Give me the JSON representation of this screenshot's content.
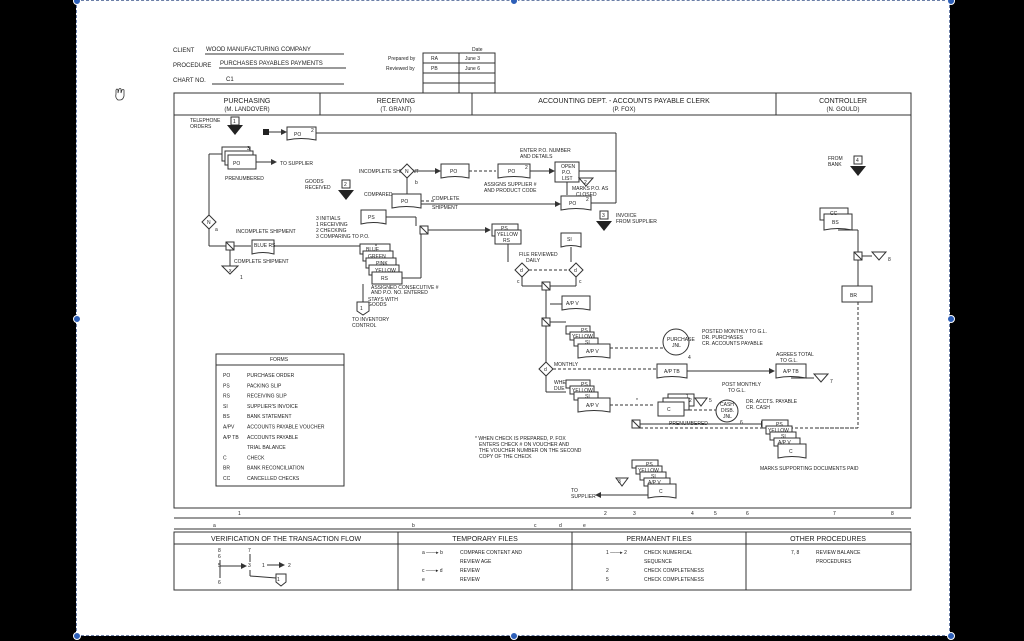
{
  "header": {
    "client_label": "CLIENT",
    "client": "WOOD MANUFACTURING COMPANY",
    "procedure_label": "PROCEDURE",
    "procedure": "PURCHASES PAYABLES PAYMENTS",
    "chart_label": "CHART NO.",
    "chart_no": "C1",
    "date_label": "Date",
    "prepared_label": "Prepared by",
    "prepared_by": "RA",
    "prepared_date": "June 3",
    "reviewed_label": "Reviewed by",
    "reviewed_by": "PB",
    "reviewed_date": "June 6"
  },
  "columns": [
    {
      "title": "PURCHASING",
      "person": "(M. LANDOVER)"
    },
    {
      "title": "RECEIVING",
      "person": "(T. GRANT)"
    },
    {
      "title": "ACCOUNTING DEPT. - ACCOUNTS PAYABLE CLERK",
      "person": "(P. FOX)"
    },
    {
      "title": "CONTROLLER",
      "person": "(N. GOULD)"
    }
  ],
  "flow_labels": {
    "telephone": "TELEPHONE",
    "orders": "ORDERS",
    "to_supplier": "TO SUPPLIER",
    "prenumbered": "PRENUMBERED",
    "goods": "GOODS",
    "received": "RECEIVED",
    "incomplete_shipment": "INCOMPLETE SHIPMENT",
    "complete_shipment": "COMPLETE SHIPMENT",
    "compared": "COMPARED",
    "complete": "COMPLETE",
    "shipment": "SHIPMENT",
    "initials": "3 INITIALS",
    "initials_1": "1  RECEIVING",
    "initials_2": "2  CHECKING",
    "initials_3": "3  COMPARING TO P.O.",
    "enter_po_1": "ENTER P.O. NUMBER",
    "enter_po_2": "AND DETAILS",
    "assigns_1": "ASSIGNS SUPPLIER #",
    "assigns_2": "AND PRODUCT CODE",
    "open_po_1": "OPEN",
    "open_po_2": "P.O.",
    "open_po_3": "LIST",
    "marks_1": "MARKS P.O. AS",
    "marks_2": "CLOSED",
    "invoice_1": "INVOICE",
    "invoice_2": "FROM SUPPLIER",
    "file_reviewed_1": "FILE REVIEWED",
    "file_reviewed_2": "DAILY",
    "assigned_1": "ASSIGNED CONSECUTIVE #",
    "assigned_2": "AND P.O. NO. ENTERED",
    "stays_1": "STAYS WITH",
    "stays_2": "GOODS",
    "to_inventory_1": "TO INVENTORY",
    "to_inventory_2": "CONTROL",
    "posted_1": "POSTED MONTHLY TO G.L.",
    "posted_2": "DR. PURCHASES",
    "posted_3": "CR. ACCOUNTS PAYABLE",
    "purchase_jnl_1": "PURCHASE",
    "purchase_jnl_2": "JNL",
    "monthly": "MONTHLY",
    "when_1": "WHEN",
    "when_2": "DUE",
    "agrees_1": "AGREES TOTAL",
    "agrees_2": "TO G.L.",
    "post_monthly_1": "POST MONTHLY",
    "post_monthly_2": "TO G.L.",
    "dr_cr_1": "DR. ACCTS. PAYABLE",
    "dr_cr_2": "CR. CASH",
    "cash_1": "CASH",
    "cash_2": "DISB.",
    "cash_3": "JNL",
    "prenumbered2": "PRENUMBERED",
    "note_1": "* WHEN CHECK IS PREPARED, P. FOX",
    "note_2": "ENTERS CHECK # ON VOUCHER AND",
    "note_3": "THE VOUCHER NUMBER ON THE SECOND",
    "note_4": "COPY OF THE CHECK",
    "marks_supporting": "MARKS SUPPORTING DOCUMENTS PAID",
    "from_bank_1": "FROM",
    "from_bank_2": "BANK",
    "to_supplier2": "TO",
    "to_supplier3": "SUPPLIER"
  },
  "docs": {
    "po": "PO",
    "ps": "PS",
    "rs": "RS",
    "si": "SI",
    "bs": "BS",
    "br": "BR",
    "cc": "CC",
    "apv": "A/P V",
    "aptb": "A/P TB",
    "c": "C",
    "blue": "BLUE",
    "green": "GREEN",
    "pink": "PINK",
    "yellow": "YELLOW",
    "blue_rs": "BLUE RS",
    "yellow_rs": "YELLOW RS",
    "d1": "1",
    "d2": "2",
    "d3": "3",
    "n": "N",
    "a": "a",
    "b": "b",
    "c_l": "c",
    "d": "d",
    "e": "e",
    "x": "x",
    "num1": "1",
    "num2": "2",
    "num3": "3",
    "num4": "4",
    "num5": "5",
    "num6": "6",
    "num7": "7",
    "num8": "8"
  },
  "forms_title": "FORMS",
  "forms": [
    {
      "code": "PO",
      "desc": "PURCHASE ORDER"
    },
    {
      "code": "PS",
      "desc": "PACKING SLIP"
    },
    {
      "code": "RS",
      "desc": "RECEIVING SLIP"
    },
    {
      "code": "SI",
      "desc": "SUPPLIER'S INVOICE"
    },
    {
      "code": "BS",
      "desc": "BANK STATEMENT"
    },
    {
      "code": "A/PV",
      "desc": "ACCOUNTS PAYABLE VOUCHER"
    },
    {
      "code": "A/P TB",
      "desc": "ACCOUNTS PAYABLE"
    },
    {
      "code": "",
      "desc": "TRIAL BALANCE"
    },
    {
      "code": "C",
      "desc": "CHECK"
    },
    {
      "code": "BR",
      "desc": "BANK RECONCILIATION"
    },
    {
      "code": "CC",
      "desc": "CANCELLED CHECKS"
    }
  ],
  "ruler_numbers": [
    "1",
    "2",
    "3",
    "4",
    "5",
    "6",
    "7",
    "8"
  ],
  "ruler_letters": [
    "a",
    "b",
    "c",
    "d",
    "e"
  ],
  "legend": {
    "verification": "VERIFICATION OF THE TRANSACTION FLOW",
    "temporary": "TEMPORARY FILES",
    "permanent": "PERMANENT FILES",
    "other": "OTHER PROCEDURES",
    "temp_rows": [
      {
        "sym": "a ——▸ b",
        "text": "COMPARE CONTENT AND"
      },
      {
        "sym": "",
        "text": "REVIEW AGE"
      },
      {
        "sym": "c ——▸ d",
        "text": "REVIEW"
      },
      {
        "sym": "e",
        "text": "REVIEW"
      }
    ],
    "perm_rows": [
      {
        "sym": "1 ——▸ 2",
        "text": "CHECK NUMERICAL"
      },
      {
        "sym": "",
        "text": "SEQUENCE"
      },
      {
        "sym": "2",
        "text": "CHECK COMPLETENESS"
      },
      {
        "sym": "5",
        "text": "CHECK COMPLETENESS"
      }
    ],
    "other_rows": [
      {
        "sym": "7, 8",
        "text": "REVIEW BALANCE"
      },
      {
        "sym": "",
        "text": "PROCEDURES"
      }
    ]
  }
}
